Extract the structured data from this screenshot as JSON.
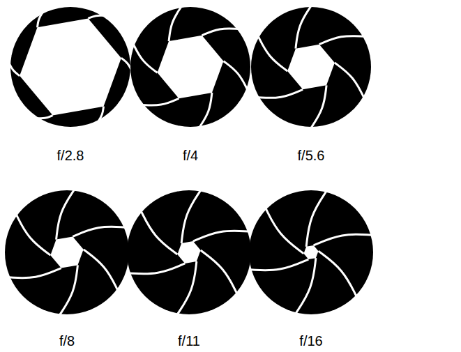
{
  "diagram": {
    "labels": [
      "f/2.8",
      "f/4",
      "f/5.6",
      "f/8",
      "f/11",
      "f/16"
    ]
  }
}
